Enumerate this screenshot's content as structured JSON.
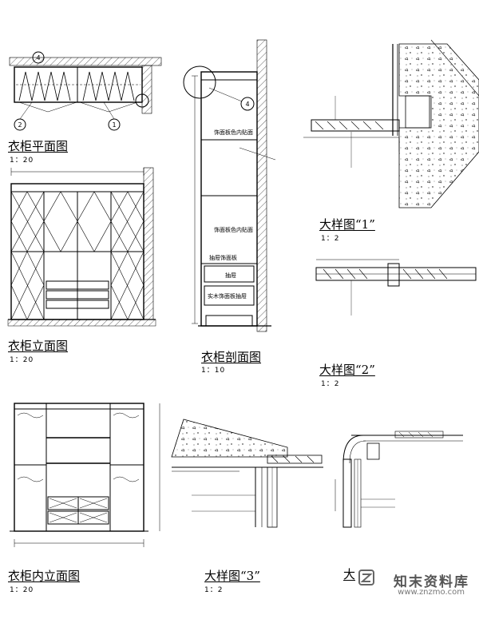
{
  "titles": {
    "wardrobe_plan": "衣柜平面图",
    "wardrobe_elevation": "衣柜立面图",
    "wardrobe_section": "衣柜剖面图",
    "wardrobe_inner_elevation": "衣柜内立面图",
    "detail_1": "大样图“1”",
    "detail_2": "大样图“2”",
    "detail_3": "大样图“3”",
    "detail_4_partial": "大"
  },
  "scales": {
    "wardrobe_plan": "1：20",
    "wardrobe_elevation": "1：20",
    "wardrobe_section": "1：10",
    "wardrobe_inner_elevation": "1：20",
    "detail_1": "1：2",
    "detail_2": "1：2",
    "detail_3": "1：2"
  },
  "markers": {
    "plan_tag_top": "4",
    "plan_tag_left": "2",
    "plan_tag_right": "1",
    "section_tag": "4"
  },
  "section_labels": {
    "upper": "饰面板色内贴面",
    "middle": "饰面板色内贴面",
    "lower": "抽屉饰面板",
    "drawer_1": "抽屉",
    "drawer_2": "实木饰面板抽屉"
  },
  "watermark": {
    "cn": "知末资料库",
    "url": "www.znzmo.com"
  }
}
